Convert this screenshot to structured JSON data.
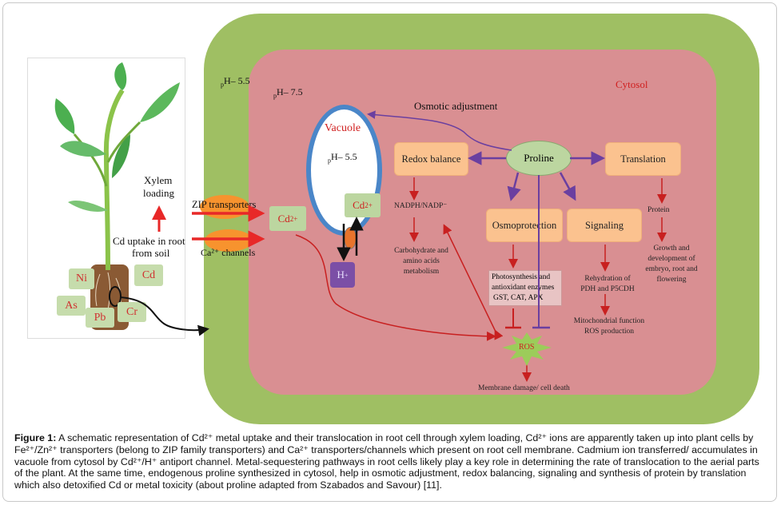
{
  "plant_panel": {
    "xylem_label_1": "Xylem",
    "xylem_label_2": "loading",
    "uptake_label_1": "Cd uptake in root",
    "uptake_label_2": "from soil",
    "soil_metals": [
      "Ni",
      "Cd",
      "As",
      "Pb",
      "Cr"
    ]
  },
  "cell": {
    "wall_ph": "H– 5.5",
    "cytosol_ph": "H– 7.5",
    "ph_prefix": "p",
    "cytosol_label": "Cytosol",
    "zip_label": "ZIP transporters",
    "ca_label": "Ca²⁺ channels",
    "cd_ion": "Cd",
    "cd_charge": "2+",
    "vacuole_label": "Vacuole",
    "vacuole_ph": "H– 5.5",
    "h_ion": "H",
    "h_charge": "+",
    "osmotic_adjustment": "Osmotic adjustment",
    "proline": "Proline",
    "redox_balance": "Redox balance",
    "translation": "Translation",
    "osmoprotection": "Osmoprotection",
    "signaling": "Signaling",
    "nadph": "NADPH/NADP⁻",
    "carb_1": "Carbohydrate and",
    "carb_2": "amino acids",
    "carb_3": "metabolism",
    "photo_1": "Photosynthesis and",
    "photo_2": "antioxidant enzymes",
    "photo_3": "GST, CAT, APX",
    "rehyd_1": "Rehydration of",
    "rehyd_2": "PDH and  P5CDH",
    "mito_1": "Mitochondrial function",
    "mito_2": "ROS production",
    "protein": "Protein",
    "growth_1": "Growth and",
    "growth_2": "development  of",
    "growth_3": "embryo, root  and",
    "growth_4": "flowering",
    "ros": "ROS",
    "membrane": "Membrane damage/ cell death"
  },
  "colors": {
    "cell_wall": "#9fbf63",
    "cytosol": "#d98f92",
    "vacuole_border": "#4a86c8",
    "orange_box": "#fbc28f",
    "green_box": "#bcd6a0",
    "red_arrow": "#c82020",
    "purple_arrow": "#6a3fa0",
    "proton_box": "#7b4fa6"
  },
  "caption": {
    "label": "Figure 1:",
    "text": " A schematic representation of Cd²⁺ metal uptake and their translocation in root cell through  xylem loading, Cd²⁺ ions are apparently taken up into plant cells by Fe²⁺/Zn²⁺ transporters (belong to ZIP family transporters) and Ca²⁺ transporters/channels which present on root cell membrane. Cadmium ion transferred/ accumulates in vacuole from cytosol by Cd²⁺/H⁺ antiport channel. Metal-sequestering pathways in root cells likely play a key role in determining the rate of translocation to the aerial parts of the plant. At the same time, endogenous proline synthesized in cytosol, help in osmotic adjustment, redox balancing, signaling and synthesis of protein by translation which also detoxified Cd or metal toxicity (about proline adapted from Szabados and Savour) [11]."
  }
}
